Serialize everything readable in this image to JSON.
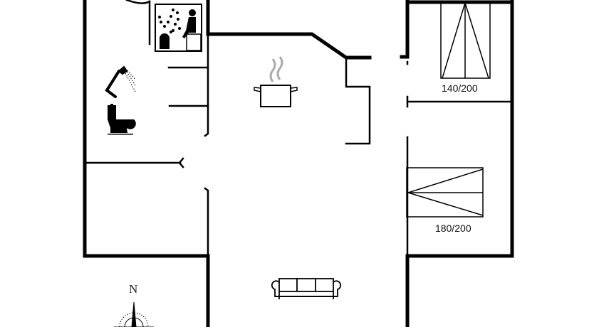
{
  "floorplan": {
    "bed1_label": "140/200",
    "bed2_label": "180/200",
    "compass_label": "N",
    "icons": [
      "sauna-icon",
      "shower-icon",
      "toilet-icon",
      "cooking-pot-icon",
      "bed-icon",
      "sofa-icon",
      "compass-icon"
    ]
  }
}
